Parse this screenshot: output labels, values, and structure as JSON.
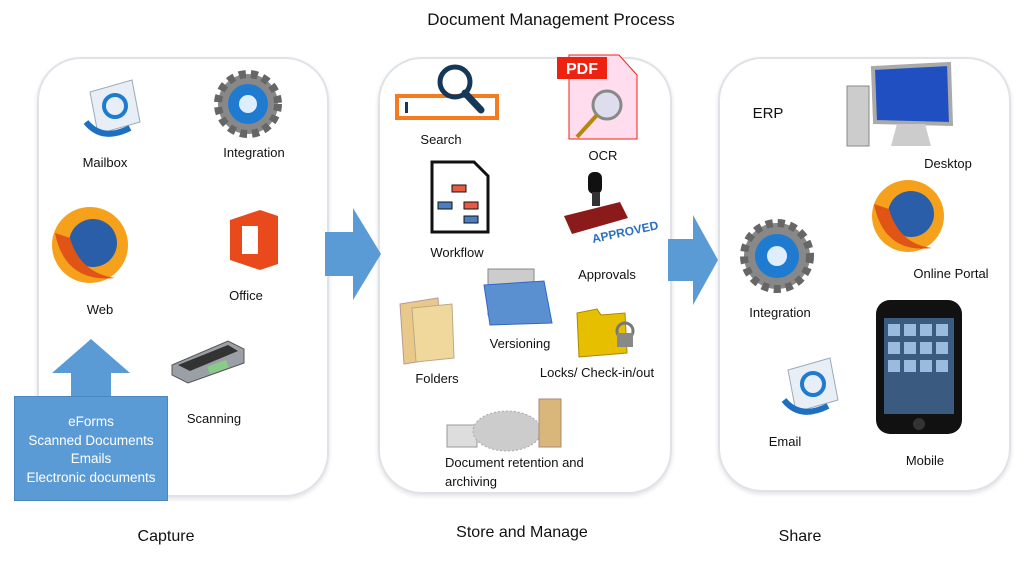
{
  "title": "Document Management Process",
  "capture": {
    "stage": "Capture",
    "items": {
      "mailbox": "Mailbox",
      "integration": "Integration",
      "web": "Web",
      "office": "Office",
      "scanning": "Scanning"
    },
    "sources": [
      "eForms",
      "Scanned Documents",
      "Emails",
      "Electronic documents"
    ]
  },
  "store": {
    "stage": "Store and Manage",
    "items": {
      "search": "Search",
      "ocr": "OCR",
      "workflow": "Workflow",
      "approvals": "Approvals",
      "versioning": "Versioning",
      "folders": "Folders",
      "locks": "Locks/ Check-in/out",
      "retention_1": "Document retention and",
      "retention_2": "archiving"
    },
    "pdf_badge": "PDF",
    "stamp_text": "APPROVED"
  },
  "share": {
    "stage": "Share",
    "items": {
      "erp": "ERP",
      "desktop": "Desktop",
      "online_portal": "Online Portal",
      "integration": "Integration",
      "email": "Email",
      "mobile": "Mobile"
    }
  },
  "colors": {
    "arrow": "#5b9bd5",
    "panel_border": "#dfe3e8",
    "office": "#e84a1c",
    "search": "#f47b20"
  }
}
